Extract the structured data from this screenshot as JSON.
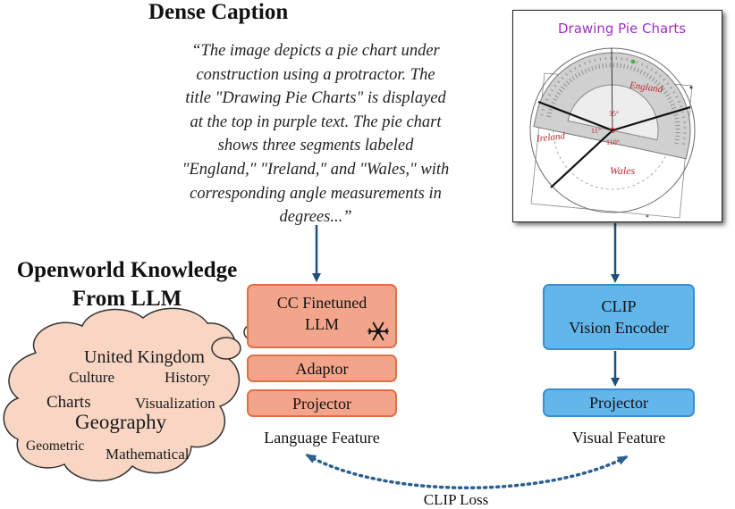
{
  "dense_caption": {
    "title": "Dense Caption",
    "lines": [
      "“The image depicts a pie chart under",
      "construction using a protractor. The",
      "title \"Drawing Pie Charts\" is displayed",
      "at the top in purple text. The pie chart",
      "shows three segments labeled",
      "\"England,\" \"Ireland,\" and \"Wales,\" with",
      "corresponding angle measurements in",
      "degrees...”"
    ]
  },
  "knowledge": {
    "title_line1": "Openworld Knowledge",
    "title_line2": "From LLM",
    "cloud_words": {
      "uk": "United Kingdom",
      "culture": "Culture",
      "history": "History",
      "charts": "Charts",
      "visualization": "Visualization",
      "geography": "Geography",
      "geometric": "Geometric",
      "mathematical": "Mathematical"
    }
  },
  "language_branch": {
    "llm_line1": "CC Finetuned",
    "llm_line2": "LLM",
    "frozen_icon": "snowflake-icon",
    "adaptor": "Adaptor",
    "projector": "Projector",
    "feature_label": "Language Feature"
  },
  "vision_branch": {
    "encoder_line1": "CLIP",
    "encoder_line2": "Vision Encoder",
    "projector": "Projector",
    "feature_label": "Visual Feature"
  },
  "example_image": {
    "title": "Drawing Pie Charts",
    "labels": {
      "england": "England",
      "ireland": "Ireland",
      "wales": "Wales",
      "angle_top": "35°",
      "angle_left": "11°",
      "angle_bottom": "110°"
    }
  },
  "loss_label": "CLIP Loss",
  "colors": {
    "orange_fill": "#f2a58a",
    "orange_border": "#e07048",
    "blue_fill": "#62b6ea",
    "blue_border": "#3b8fd0",
    "arrow": "#1f4e79",
    "cloud_fill": "#f9d6c4",
    "title_purple": "#9b30c8"
  }
}
